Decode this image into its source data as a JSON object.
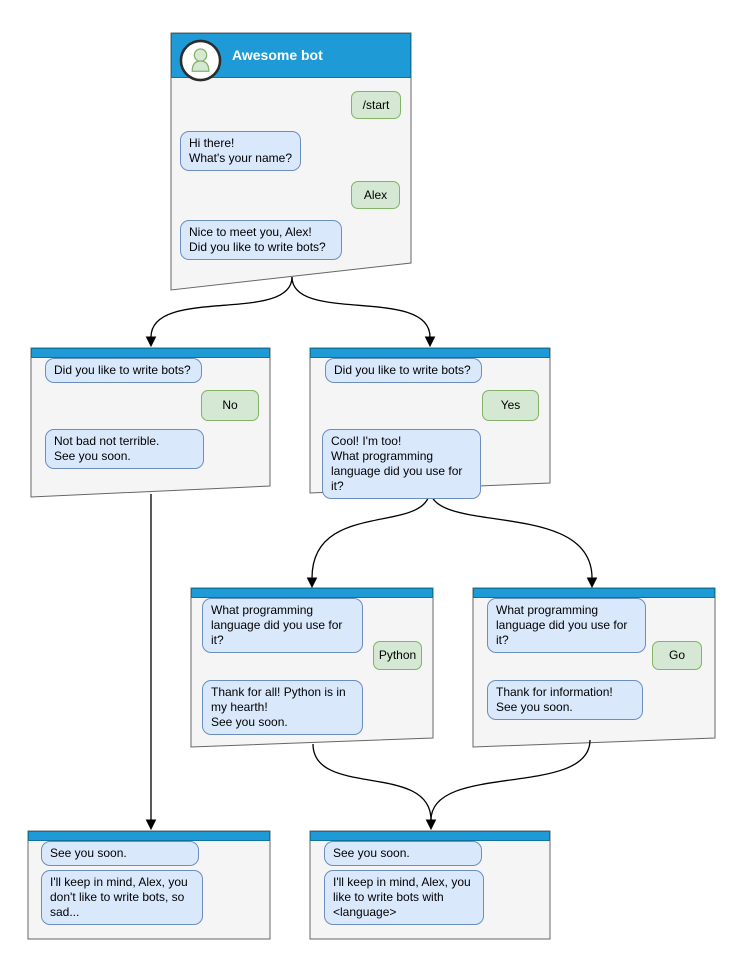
{
  "colors": {
    "header_blue": "#1E9BD7",
    "header_blue_border": "#10739E",
    "bot_bubble_fill": "#DAE8FC",
    "bot_bubble_border": "#6C8EBF",
    "user_bubble_fill": "#D5E8D4",
    "user_bubble_border": "#82B366",
    "window_fill": "#F5F5F5",
    "window_border": "#666666",
    "connector": "#000000"
  },
  "windows": [
    {
      "name": "root",
      "title": "Awesome bot",
      "messages": [
        {
          "side": "user",
          "text": "/start"
        },
        {
          "side": "bot",
          "text": "Hi there!\nWhat's your name?"
        },
        {
          "side": "user",
          "text": "Alex"
        },
        {
          "side": "bot",
          "text": "Nice to meet you, Alex!\nDid you like to write bots?"
        }
      ]
    },
    {
      "name": "branch-no",
      "messages": [
        {
          "side": "bot",
          "text": "Did you like to write bots?"
        },
        {
          "side": "user",
          "text": "No"
        },
        {
          "side": "bot",
          "text": "Not bad not terrible.\nSee you soon."
        }
      ]
    },
    {
      "name": "branch-yes",
      "messages": [
        {
          "side": "bot",
          "text": "Did you like to write bots?"
        },
        {
          "side": "user",
          "text": "Yes"
        },
        {
          "side": "bot",
          "text": "Cool! I'm too!\nWhat programming\nlanguage did you use for it?"
        }
      ]
    },
    {
      "name": "branch-python",
      "messages": [
        {
          "side": "bot",
          "text": "What programming\nlanguage did you use for it?"
        },
        {
          "side": "user",
          "text": "Python"
        },
        {
          "side": "bot",
          "text": "Thank for all! Python is in\nmy hearth!\nSee you soon."
        }
      ]
    },
    {
      "name": "branch-go",
      "messages": [
        {
          "side": "bot",
          "text": "What programming\nlanguage did you use for it?"
        },
        {
          "side": "user",
          "text": "Go"
        },
        {
          "side": "bot",
          "text": "Thank for information!\nSee you soon."
        }
      ]
    },
    {
      "name": "end-no",
      "messages": [
        {
          "side": "bot",
          "text": "See you soon."
        },
        {
          "side": "bot",
          "text": "I'll keep in mind, Alex, you\ndon't like to write bots, so\nsad..."
        }
      ]
    },
    {
      "name": "end-yes",
      "messages": [
        {
          "side": "bot",
          "text": "See you soon."
        },
        {
          "side": "bot",
          "text": "I'll keep in mind, Alex, you\nlike to write bots with\n<language>"
        }
      ]
    }
  ]
}
